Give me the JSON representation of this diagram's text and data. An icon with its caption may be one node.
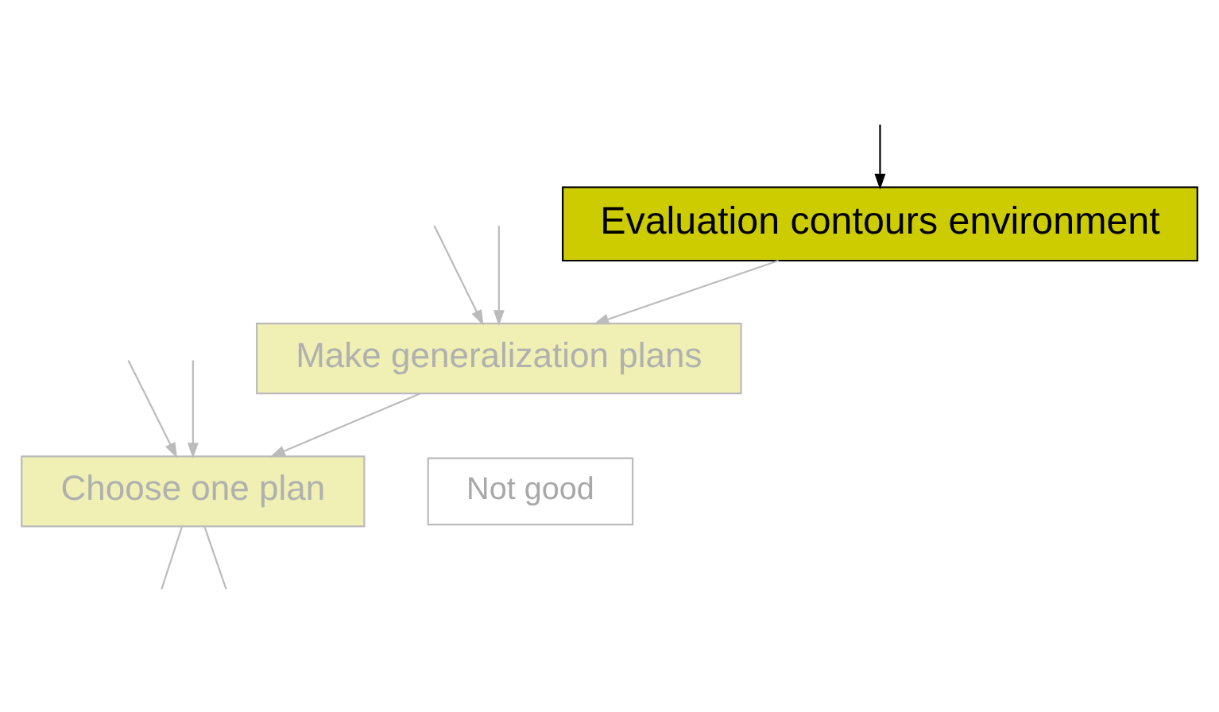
{
  "diagram": {
    "nodes": [
      {
        "text": [
          "Evaluation contours environment"
        ]
      },
      {
        "text": [
          "Make generalization plans"
        ]
      },
      {
        "text": [
          "Choose one plan"
        ]
      },
      {
        "text": [
          "Not good"
        ]
      }
    ],
    "edges": [
      {
        "from": null,
        "to": 0,
        "arrow": "to",
        "color": "#000000"
      },
      {
        "from": 0,
        "to": 1,
        "arrow": "to"
      },
      {
        "from": 1,
        "to": 2,
        "arrow": "to"
      },
      {
        "from": null,
        "to": 1,
        "arrow": "to"
      },
      {
        "from": null,
        "to": 1,
        "arrow": "to"
      },
      {
        "from": null,
        "to": 2,
        "arrow": "to"
      },
      {
        "from": null,
        "to": 2,
        "arrow": "to"
      },
      {
        "from": 2,
        "to": null,
        "arrow": "none"
      },
      {
        "from": 2,
        "to": null,
        "arrow": "none"
      }
    ]
  }
}
